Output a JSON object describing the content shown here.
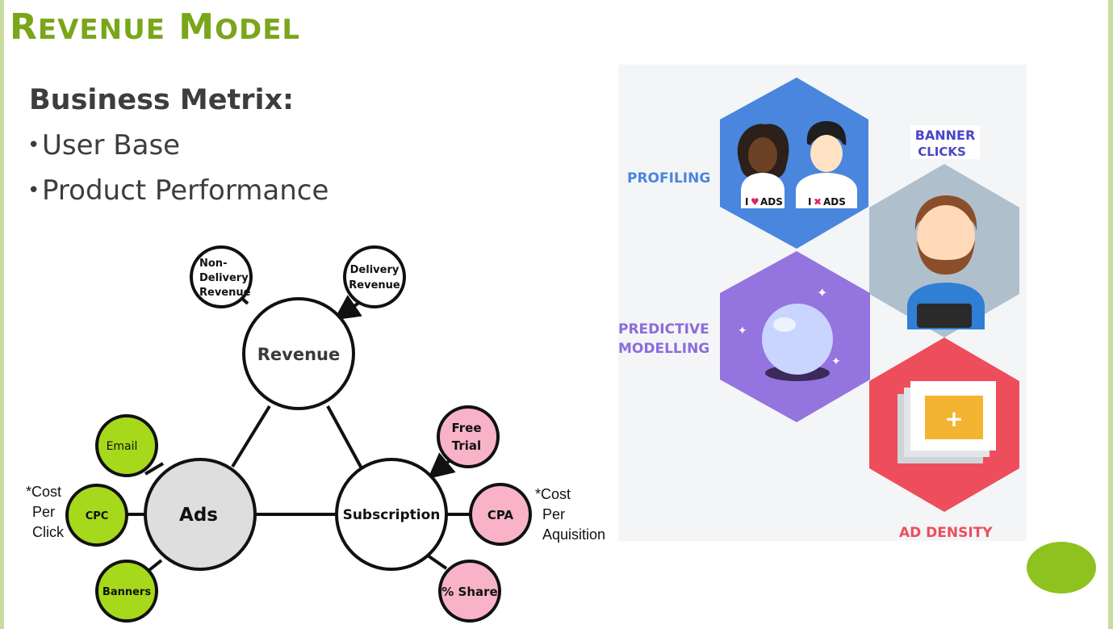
{
  "slide": {
    "title_first_big": "R",
    "title_first_small": "EVENUE",
    "title_second_big": "M",
    "title_second_small": "ODEL",
    "subtitle": "Business Metrix:",
    "bullets": [
      "User Base",
      "Product Performance"
    ],
    "bullet_symbol": "•",
    "accent_color": "#79a61a"
  },
  "diagram": {
    "revenue": "Revenue",
    "non_delivery": [
      "Non-",
      "Delivery",
      "Revenue"
    ],
    "delivery": [
      "Delivery",
      "Revenue"
    ],
    "ads": "Ads",
    "subscription": "Subscription",
    "email": "Email",
    "cpc": "CPC",
    "banners": "Banners",
    "free_trial": [
      "Free",
      "Trial"
    ],
    "cpa": "CPA",
    "share": "% Share",
    "cpc_note": [
      "*Cost",
      "Per",
      "Click"
    ],
    "cpa_note": [
      "*Cost",
      "Per",
      "Aquisition"
    ],
    "colors": {
      "green": "#a6d91b",
      "pink": "#f8b3c8",
      "grey": "#d9d9d9"
    }
  },
  "infographic": {
    "profiling": "PROFILING",
    "banner_clicks": [
      "BANNER",
      "CLICKS"
    ],
    "predictive": [
      "PREDICTIVE",
      "MODELLING"
    ],
    "ad_density": "AD DENSITY",
    "love_ads": "ADS",
    "hate_ads": "ADS",
    "colors": {
      "blue": "#4a86dd",
      "grey": "#b0bfcc",
      "purple": "#9474de",
      "red": "#ee4d5c"
    }
  }
}
